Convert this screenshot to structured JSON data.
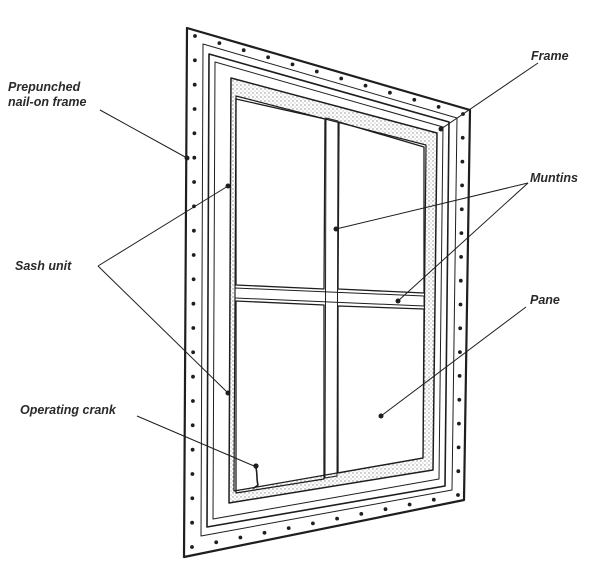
{
  "labels": {
    "frame": "Frame",
    "prepunched_line1": "Prepunched",
    "prepunched_line2": "nail-on frame",
    "muntins": "Muntins",
    "sash_unit": "Sash unit",
    "pane": "Pane",
    "operating_crank": "Operating crank"
  },
  "colors": {
    "ink": "#1e1e1e",
    "label": "#2a2a2a",
    "background": "#ffffff",
    "stipple": "#9a9a9a"
  },
  "icons": [
    "nail-hole-icon",
    "crank-handle-icon"
  ]
}
